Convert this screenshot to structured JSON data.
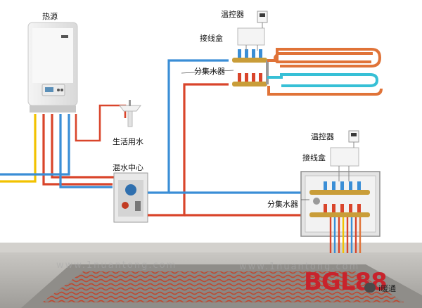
{
  "labels": {
    "heat_source": "热源",
    "domestic_water": "生活用水",
    "mixing_center": "混水中心",
    "thermostat_top": "温控器",
    "junction_box_top": "接线盒",
    "manifold_top": "分集水器",
    "thermostat_bottom": "温控器",
    "junction_box_bottom": "接线盒",
    "manifold_bottom": "分集水器"
  },
  "watermarks": [
    "www.1nuantong.com",
    "www.1nuantong.com"
  ],
  "brand": {
    "logo_text": "BGL88"
  },
  "credit": "i暖通",
  "colors": {
    "hot_pipe": "#d9452b",
    "cold_pipe": "#3a8ed6",
    "gas_pipe": "#f2c200",
    "floor": "#a9a7a3",
    "brand": "#c8232c"
  }
}
